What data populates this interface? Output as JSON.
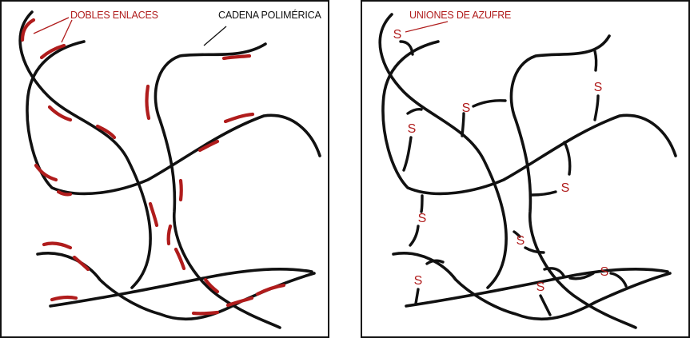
{
  "left_panel": {
    "label_double_bonds": "DOBLES ENLACES",
    "label_polymer_chain": "CADENA POLIMÉRICA"
  },
  "right_panel": {
    "label_sulfur_bridges": "UNIONES DE AZUFRE",
    "sulfur_symbol": "S"
  },
  "colors": {
    "accent_red": "#b01c1c",
    "line_black": "#111111",
    "background": "#ffffff"
  }
}
